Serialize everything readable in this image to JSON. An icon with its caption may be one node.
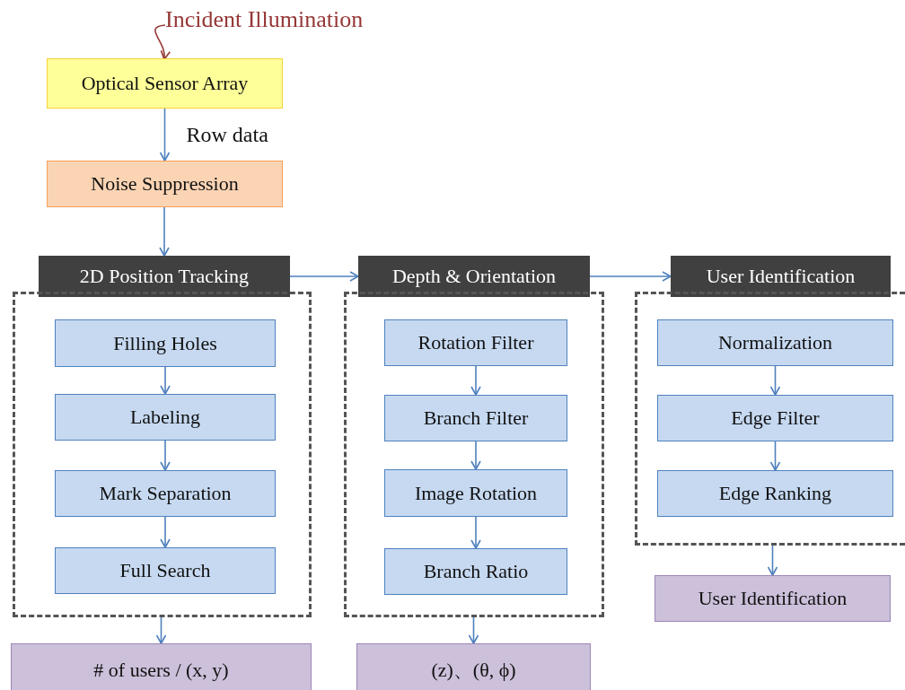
{
  "diagram": {
    "nodes": [
      {
        "text": [
          "Incident Illumination"
        ]
      },
      {
        "text": [
          "Optical Sensor Array"
        ]
      },
      {
        "text": [
          "Noise Suppression"
        ]
      },
      {
        "text": [
          "2D Position Tracking"
        ]
      },
      {
        "text": [
          "Depth & Orientation"
        ]
      },
      {
        "text": [
          "User Identification"
        ]
      },
      {
        "text": [],
        "shape": "box"
      },
      {
        "text": [
          "Filling Holes"
        ],
        "in": 6
      },
      {
        "text": [
          "Labeling"
        ],
        "in": 6
      },
      {
        "text": [
          "Mark Separation"
        ],
        "in": 6
      },
      {
        "text": [
          "Full Search"
        ],
        "in": 6
      },
      {
        "text": [],
        "shape": "box"
      },
      {
        "text": [
          "Rotation Filter"
        ],
        "in": 11
      },
      {
        "text": [
          "Branch Filter"
        ],
        "in": 11
      },
      {
        "text": [
          "Image Rotation"
        ],
        "in": 11
      },
      {
        "text": [
          "Branch Ratio"
        ],
        "in": 11
      },
      {
        "text": [],
        "shape": "box"
      },
      {
        "text": [
          "Normalization"
        ],
        "in": 16
      },
      {
        "text": [
          "Edge Filter"
        ],
        "in": 16
      },
      {
        "text": [
          "Edge Ranking"
        ],
        "in": 16
      },
      {
        "text": [
          "# of users / (x, y)"
        ]
      },
      {
        "text": [
          "(z)、(θ, ϕ)"
        ]
      },
      {
        "text": [
          "User Identification"
        ]
      }
    ],
    "edges": [
      {
        "from": 0,
        "to": 1,
        "arrow": "to",
        "color": "#953735"
      },
      {
        "from": 1,
        "to": 2,
        "arrow": "to",
        "label": "Row data"
      },
      {
        "from": 2,
        "to": 3,
        "arrow": "to"
      },
      {
        "from": 3,
        "to": 4,
        "arrow": "to"
      },
      {
        "from": 4,
        "to": 5,
        "arrow": "to"
      },
      {
        "from": 7,
        "to": 8,
        "arrow": "to"
      },
      {
        "from": 8,
        "to": 9,
        "arrow": "to"
      },
      {
        "from": 9,
        "to": 10,
        "arrow": "to"
      },
      {
        "from": 12,
        "to": 13,
        "arrow": "to"
      },
      {
        "from": 13,
        "to": 14,
        "arrow": "to"
      },
      {
        "from": 14,
        "to": 15,
        "arrow": "to"
      },
      {
        "from": 17,
        "to": 18,
        "arrow": "to"
      },
      {
        "from": 18,
        "to": 19,
        "arrow": "to"
      },
      {
        "from": 6,
        "to": 20,
        "arrow": "to"
      },
      {
        "from": 11,
        "to": 21,
        "arrow": "to"
      },
      {
        "from": 16,
        "to": 22,
        "arrow": "to"
      }
    ]
  }
}
